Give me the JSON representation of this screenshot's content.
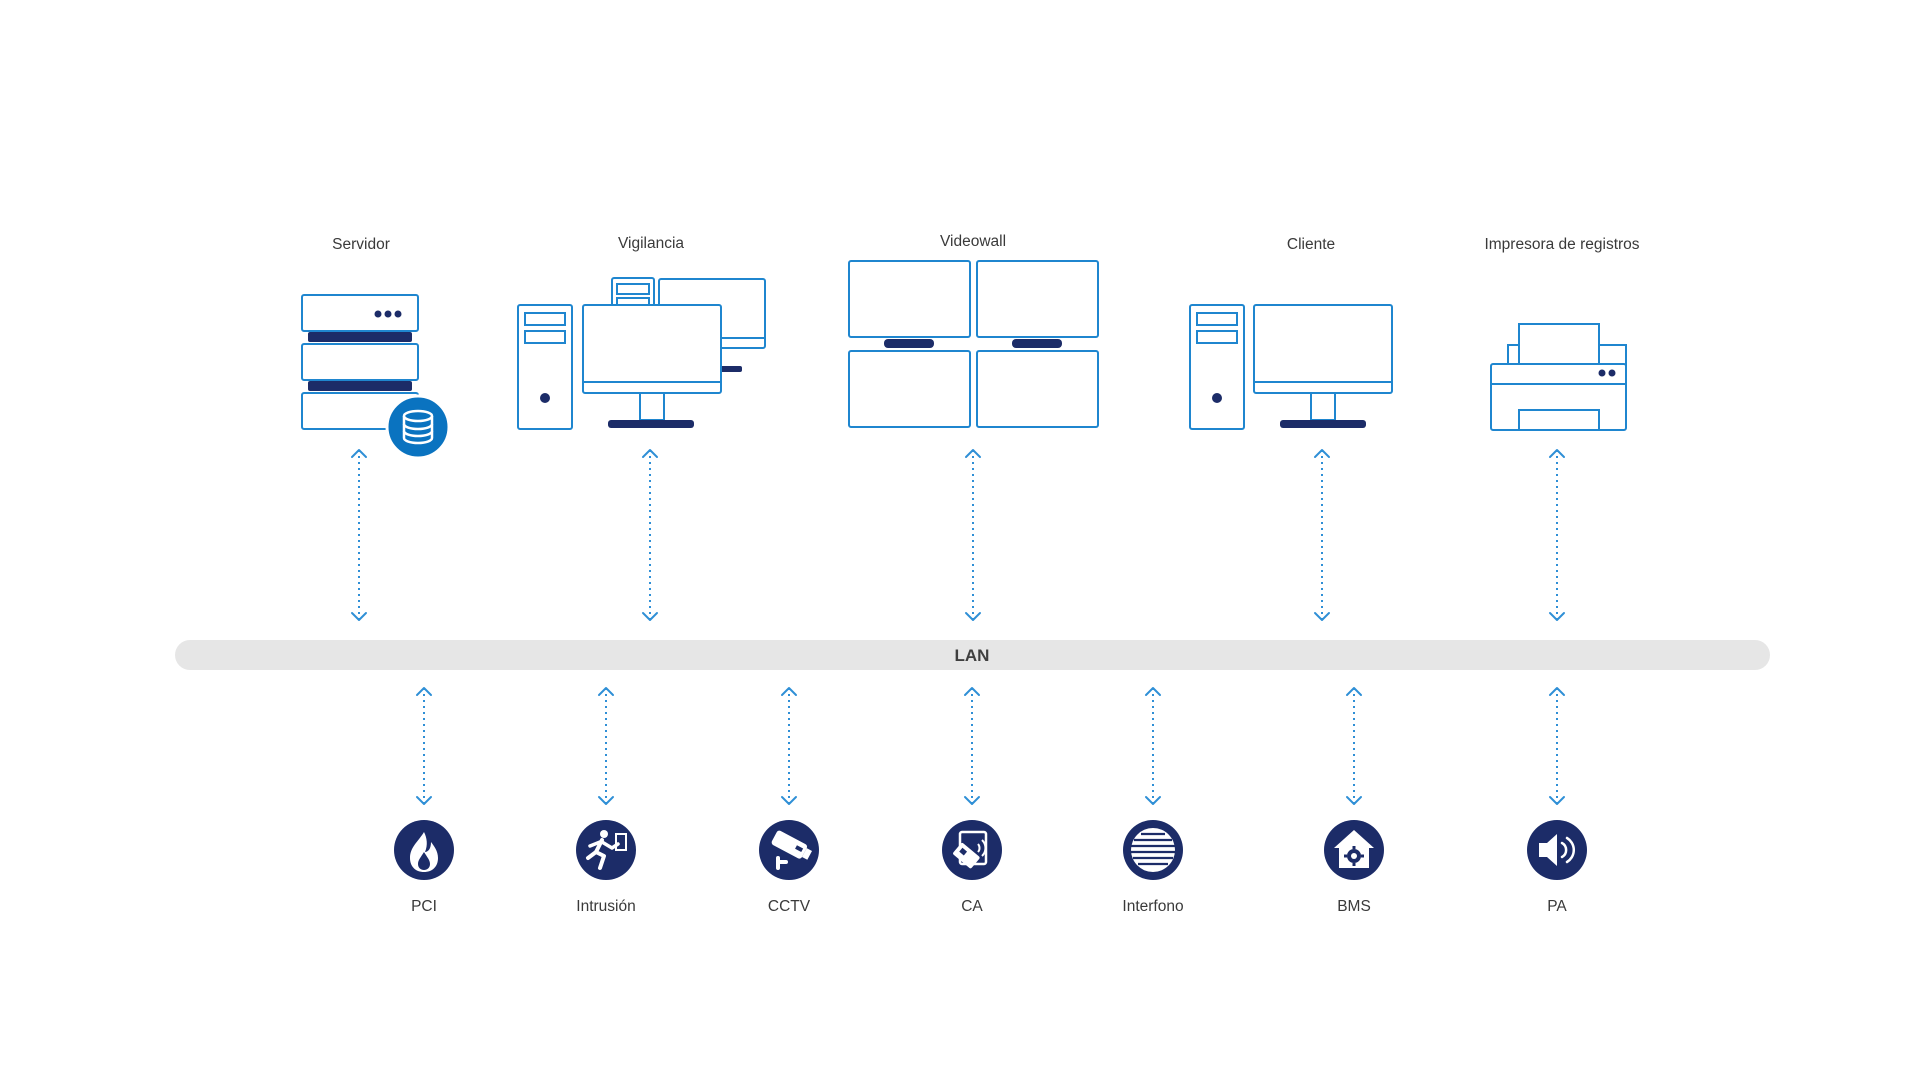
{
  "colors": {
    "outline": "#1f86cf",
    "dark": "#1c2c68",
    "accent_blue": "#0a73c0",
    "lan_bar": "#e6e6e6",
    "arrow": "#2f8fd6",
    "text": "#3a3a3a"
  },
  "lan": {
    "label": "LAN"
  },
  "top_devices": [
    {
      "id": "servidor",
      "label": "Servidor",
      "icon": "server-database-icon"
    },
    {
      "id": "vigilancia",
      "label": "Vigilancia",
      "icon": "surveillance-workstation-icon"
    },
    {
      "id": "videowall",
      "label": "Videowall",
      "icon": "videowall-icon"
    },
    {
      "id": "cliente",
      "label": "Cliente",
      "icon": "client-workstation-icon"
    },
    {
      "id": "impresora",
      "label": "Impresora de registros",
      "icon": "printer-icon"
    }
  ],
  "bottom_systems": [
    {
      "id": "pci",
      "label": "PCI",
      "icon": "fire-icon"
    },
    {
      "id": "intrusion",
      "label": "Intrusión",
      "icon": "running-person-icon"
    },
    {
      "id": "cctv",
      "label": "CCTV",
      "icon": "cctv-camera-icon"
    },
    {
      "id": "ca",
      "label": "CA",
      "icon": "access-card-icon"
    },
    {
      "id": "interfono",
      "label": "Interfono",
      "icon": "intercom-grille-icon"
    },
    {
      "id": "bms",
      "label": "BMS",
      "icon": "smart-home-gear-icon"
    },
    {
      "id": "pa",
      "label": "PA",
      "icon": "speaker-icon"
    }
  ]
}
